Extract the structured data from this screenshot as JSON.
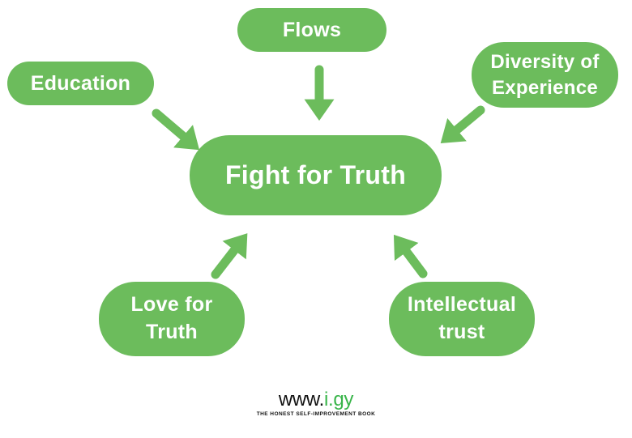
{
  "colors": {
    "background": "#FFFFFF",
    "node_green": "#6CBC5C",
    "node_text": "#FFFFFF",
    "logo_dark": "#121212",
    "logo_green": "#39B54A"
  },
  "diagram": {
    "center_node": {
      "id": "fight-for-truth",
      "label": "Fight for Truth"
    },
    "source_nodes": [
      {
        "id": "education",
        "label": "Education"
      },
      {
        "id": "flows",
        "label": "Flows"
      },
      {
        "id": "diversity-of-experience",
        "label": "Diversity of Experience"
      },
      {
        "id": "love-for-truth",
        "label": "Love for Truth"
      },
      {
        "id": "intellectual-trust",
        "label": "Intellectual trust"
      }
    ],
    "arrows": [
      {
        "from": "education",
        "to": "fight-for-truth",
        "direction": "down-right"
      },
      {
        "from": "flows",
        "to": "fight-for-truth",
        "direction": "down"
      },
      {
        "from": "diversity-of-experience",
        "to": "fight-for-truth",
        "direction": "down-left"
      },
      {
        "from": "love-for-truth",
        "to": "fight-for-truth",
        "direction": "up-right"
      },
      {
        "from": "intellectual-trust",
        "to": "fight-for-truth",
        "direction": "up-left"
      }
    ]
  },
  "footer": {
    "logo_prefix": "www.",
    "logo_suffix": "i.gy",
    "tagline": "THE HONEST SELF-IMPROVEMENT BOOK"
  }
}
